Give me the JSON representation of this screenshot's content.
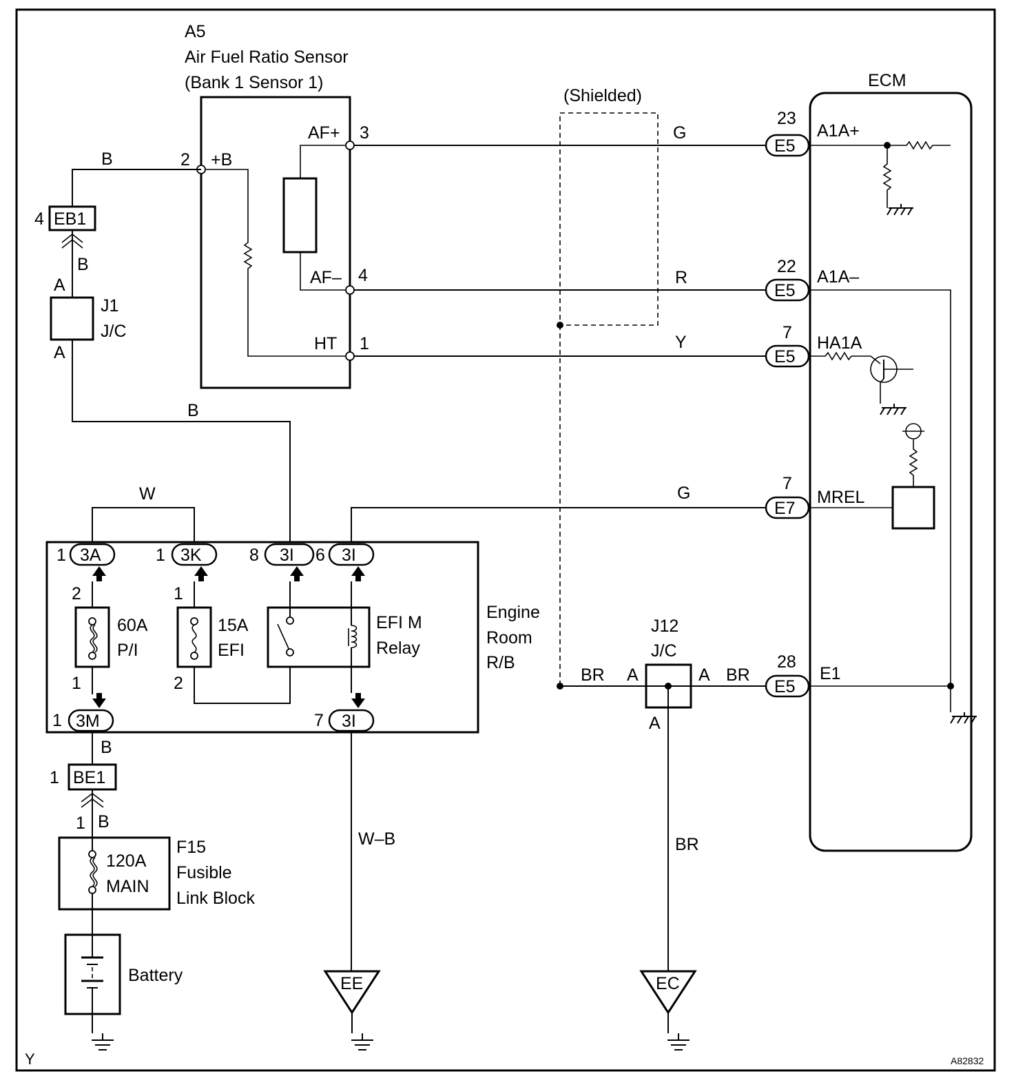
{
  "sensor": {
    "code": "A5",
    "name": "Air Fuel Ratio Sensor",
    "bank": "(Bank 1 Sensor 1)",
    "pins": {
      "af_plus": "AF+",
      "af_minus": "AF–",
      "ht": "HT",
      "plus_b": "+B"
    },
    "pin_numbers": {
      "af_plus": "3",
      "af_minus": "4",
      "ht": "1",
      "plus_b": "2"
    }
  },
  "shielded_label": "(Shielded)",
  "ecm": {
    "title": "ECM",
    "terminals": [
      {
        "pin": "23",
        "connector": "E5",
        "name": "A1A+",
        "wire": "G"
      },
      {
        "pin": "22",
        "connector": "E5",
        "name": "A1A–",
        "wire": "R"
      },
      {
        "pin": "7",
        "connector": "E5",
        "name": "HA1A",
        "wire": "Y"
      },
      {
        "pin": "7",
        "connector": "E7",
        "name": "MREL",
        "wire": "G"
      },
      {
        "pin": "28",
        "connector": "E5",
        "name": "E1",
        "wire": "BR"
      }
    ]
  },
  "eb1": {
    "label": "EB1",
    "pin": "4",
    "wire_top": "B",
    "wire_bottom": "B"
  },
  "j1": {
    "code": "J1",
    "type": "J/C",
    "pin_top": "A",
    "pin_bottom": "A"
  },
  "wire_b_middle": "B",
  "wire_w_top": "W",
  "rb": {
    "label_line1": "Engine",
    "label_line2": "Room",
    "label_line3": "R/B",
    "connectors_top": [
      {
        "pin": "1",
        "code": "3A"
      },
      {
        "pin": "1",
        "code": "3K"
      },
      {
        "pin": "8",
        "code": "3I"
      },
      {
        "pin": "6",
        "code": "3I"
      }
    ],
    "connectors_bottom": [
      {
        "pin": "1",
        "code": "3M"
      },
      {
        "pin": "7",
        "code": "3I"
      }
    ],
    "fuse_pi": {
      "amps": "60A",
      "name": "P/I",
      "pin_top": "2",
      "pin_bottom": "1"
    },
    "fuse_efi": {
      "amps": "15A",
      "name": "EFI",
      "pin_top": "1",
      "pin_bottom": "2"
    },
    "relay": {
      "line1": "EFI M",
      "line2": "Relay"
    }
  },
  "wire_b_rb_out": "B",
  "be1": {
    "label": "BE1",
    "pin": "1",
    "wire_pin": "1",
    "wire": "B"
  },
  "fusible_link": {
    "code": "F15",
    "line1": "Fusible",
    "line2": "Link Block",
    "amps": "120A",
    "name": "MAIN"
  },
  "battery": "Battery",
  "ground_ee": {
    "label": "EE",
    "wire": "W–B"
  },
  "j12": {
    "code": "J12",
    "type": "J/C",
    "pin_left": "A",
    "pin_right": "A",
    "pin_bottom": "A",
    "wire_left": "BR",
    "wire_right": "BR"
  },
  "ground_ec": {
    "label": "EC",
    "wire": "BR"
  },
  "footer": {
    "left": "Y",
    "right": "A82832"
  }
}
